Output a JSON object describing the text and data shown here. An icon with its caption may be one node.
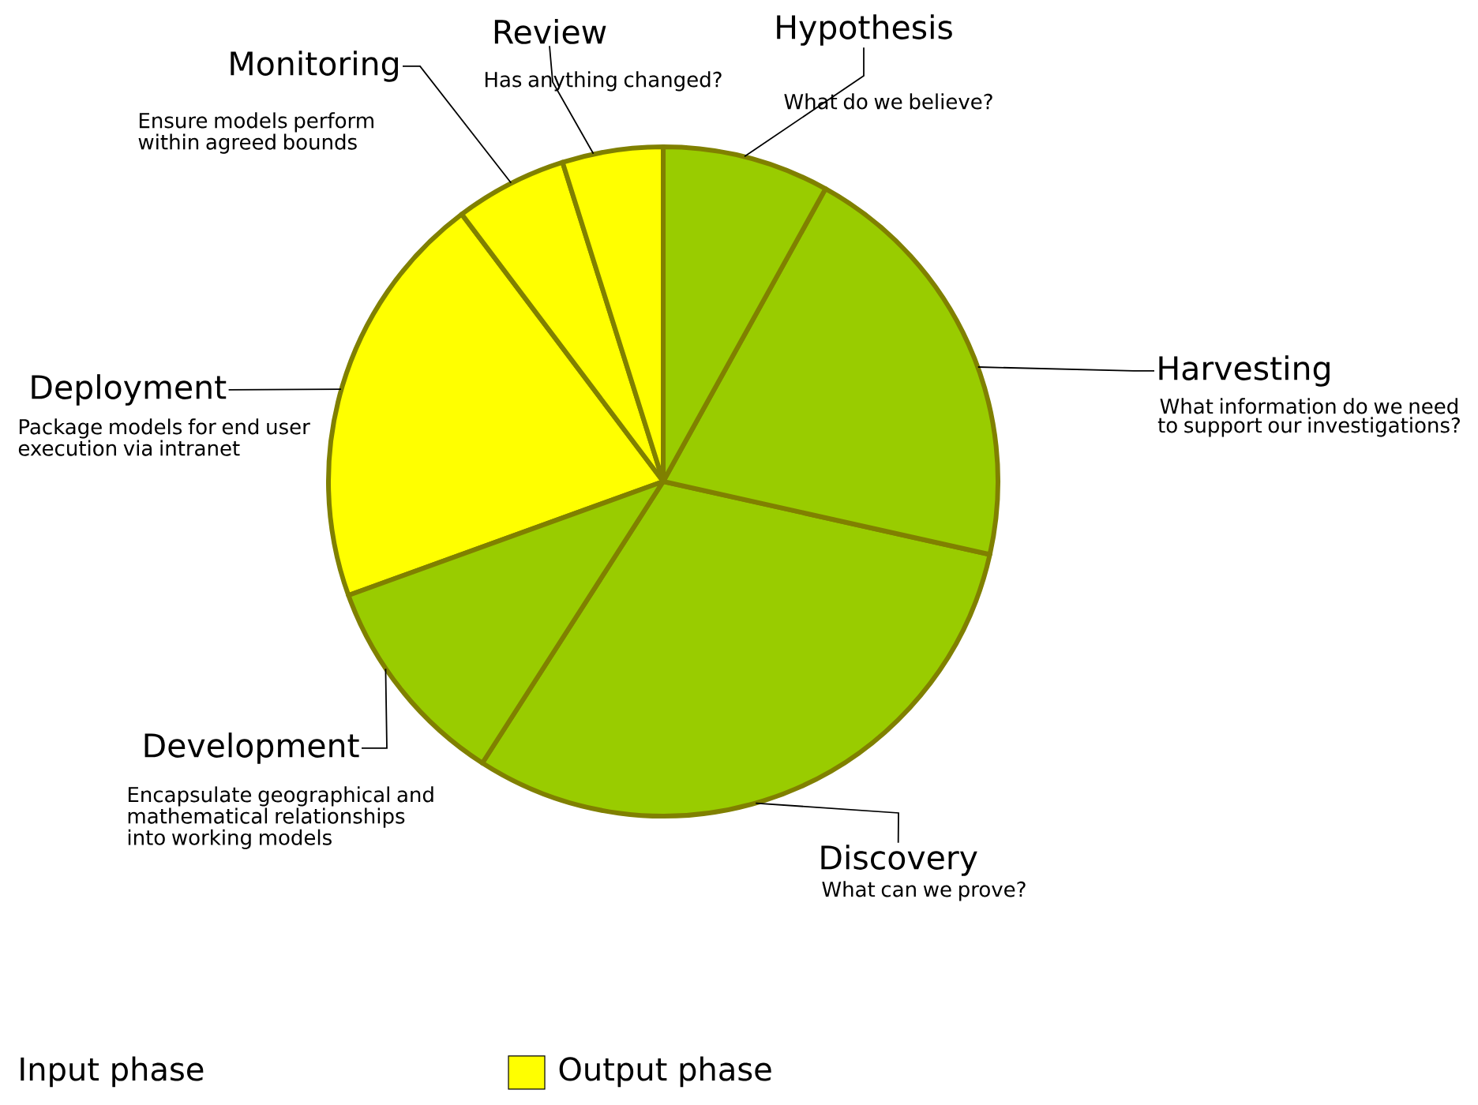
{
  "diagram": {
    "nodes": [
      {
        "text": [
          "Hypothesis",
          "What do we believe?"
        ]
      },
      {
        "text": [
          "Harvesting",
          "What information do we need to support our investigations?"
        ]
      },
      {
        "text": [
          "Discovery",
          "What can we prove?"
        ]
      },
      {
        "text": [
          "Development",
          "Encapsulate geographical and mathematical relationships into working models"
        ]
      },
      {
        "text": [
          "Deployment",
          "Package models for end user execution via intranet"
        ]
      },
      {
        "text": [
          "Monitoring",
          "Ensure models perform within agreed bounds"
        ]
      },
      {
        "text": [
          "Review",
          "Has anything changed?"
        ]
      },
      {
        "text": [],
        "shape": "wedge"
      },
      {
        "text": [],
        "shape": "wedge"
      },
      {
        "text": [],
        "shape": "wedge"
      },
      {
        "text": [],
        "shape": "wedge"
      },
      {
        "text": [],
        "shape": "wedge"
      },
      {
        "text": [],
        "shape": "wedge"
      },
      {
        "text": [],
        "shape": "wedge"
      }
    ],
    "edges": [
      {
        "from": 0,
        "to": 7,
        "arrow": "none"
      },
      {
        "from": 1,
        "to": 8,
        "arrow": "none"
      },
      {
        "from": 2,
        "to": 9,
        "arrow": "none"
      },
      {
        "from": 3,
        "to": 10,
        "arrow": "none"
      },
      {
        "from": 4,
        "to": 11,
        "arrow": "none"
      },
      {
        "from": 5,
        "to": 12,
        "arrow": "none"
      },
      {
        "from": 6,
        "to": 13,
        "arrow": "none"
      }
    ],
    "legend": [
      {
        "text": "Input phase"
      },
      {
        "text": "Output phase",
        "color": "#ffff00"
      }
    ]
  }
}
